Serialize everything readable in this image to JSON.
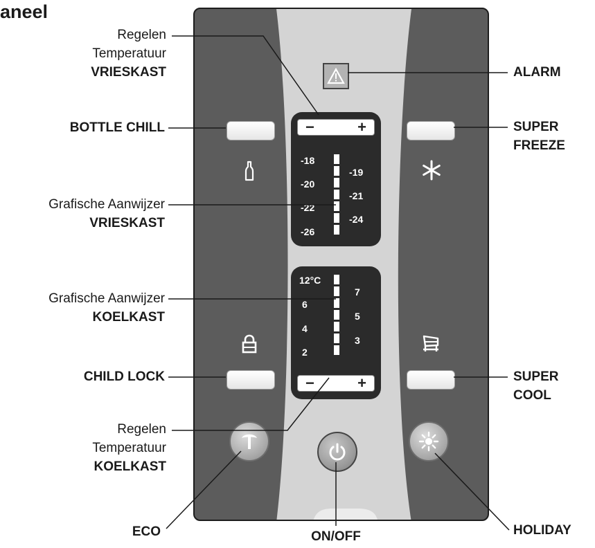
{
  "page": {
    "title_fragment": "aneel"
  },
  "callouts": {
    "regelen_vries": {
      "line1": "Regelen",
      "line2": "Temperatuur",
      "line3": "VRIESKAST"
    },
    "bottle_chill": "BOTTLE CHILL",
    "grafische_vries": {
      "line1": "Grafische Aanwijzer",
      "line2": "VRIESKAST"
    },
    "grafische_koel": {
      "line1": "Grafische Aanwijzer",
      "line2": "KOELKAST"
    },
    "child_lock": "CHILD LOCK",
    "regelen_koel": {
      "line1": "Regelen",
      "line2": "Temperatuur",
      "line3": "KOELKAST"
    },
    "eco": "ECO",
    "on_off": "ON/OFF",
    "holiday": "HOLIDAY",
    "alarm": "ALARM",
    "super_freeze": {
      "line1": "SUPER",
      "line2": "FREEZE"
    },
    "super_cool": {
      "line1": "SUPER",
      "line2": "COOL"
    }
  },
  "freezer_display": {
    "minus": "−",
    "plus": "+",
    "left_scale": [
      "-18",
      "-20",
      "-22",
      "-26"
    ],
    "right_scale": [
      "-19",
      "-21",
      "-24"
    ]
  },
  "fridge_display": {
    "minus": "−",
    "plus": "+",
    "left_scale": [
      "12°C",
      "6",
      "4",
      "2"
    ],
    "right_scale": [
      "7",
      "5",
      "3"
    ]
  },
  "icons": {
    "alarm": "warning-triangle-icon",
    "bottle": "bottle-icon",
    "snowflake": "snowflake-icon",
    "lock": "padlock-icon",
    "super_cool": "cart-icon",
    "eco": "eco-leaf-icon",
    "power": "power-icon",
    "holiday": "sun-icon"
  },
  "colors": {
    "panel": "#5c5c5c",
    "center_band": "#d4d4d4",
    "display": "#2b2b2b",
    "leader": "#1a1a1a"
  }
}
